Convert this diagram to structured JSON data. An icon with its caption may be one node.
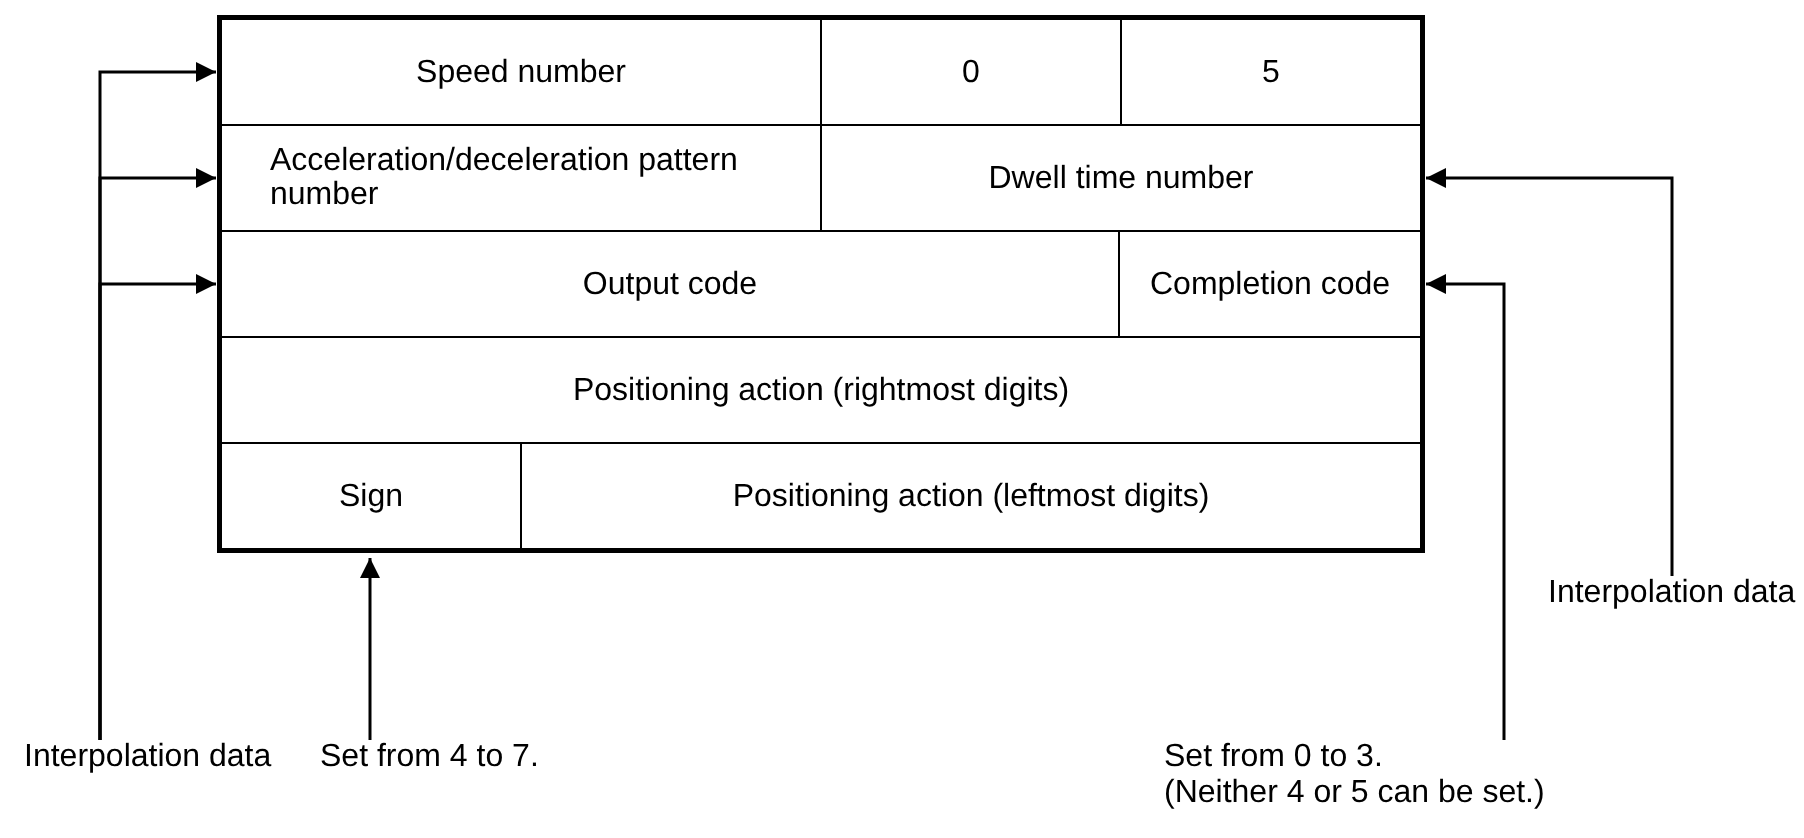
{
  "diagram": {
    "nodes": [
      {
        "text": [
          "Speed number"
        ]
      },
      {
        "text": [
          "0"
        ]
      },
      {
        "text": [
          "5"
        ]
      },
      {
        "text": [
          "Acceleration/deceleration pattern number"
        ]
      },
      {
        "text": [
          "Dwell time number"
        ]
      },
      {
        "text": [
          "Output code"
        ]
      },
      {
        "text": [
          "Completion code"
        ]
      },
      {
        "text": [
          "Positioning action (rightmost digits)"
        ]
      },
      {
        "text": [
          "Sign"
        ]
      },
      {
        "text": [
          "Positioning action (leftmost digits)"
        ]
      },
      {
        "text": [
          "Interpolation data"
        ]
      },
      {
        "text": [
          "Set from 4 to 7."
        ]
      },
      {
        "text": [
          "Interpolation data"
        ]
      },
      {
        "text": [
          "Set from 0 to 3.",
          "(Neither 4 or 5 can be set.)"
        ]
      }
    ],
    "edges": [
      {
        "from": 10,
        "to": 0,
        "arrow": "to"
      },
      {
        "from": 10,
        "to": 3,
        "arrow": "to"
      },
      {
        "from": 10,
        "to": 5,
        "arrow": "to"
      },
      {
        "from": 11,
        "to": 8,
        "arrow": "to"
      },
      {
        "from": 12,
        "to": 4,
        "arrow": "to"
      },
      {
        "from": 13,
        "to": 6,
        "arrow": "to"
      }
    ]
  }
}
